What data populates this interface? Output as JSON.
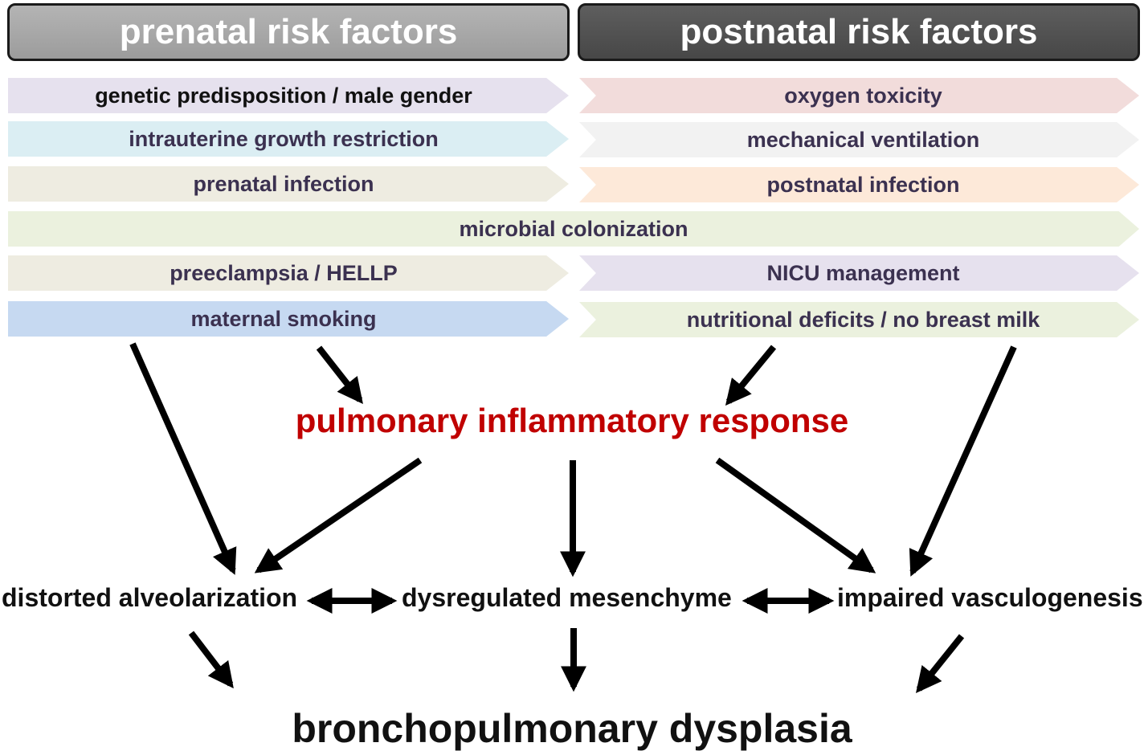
{
  "headers": {
    "prenatal": "prenatal risk factors",
    "postnatal": "postnatal risk factors"
  },
  "prenatal_factors": [
    {
      "label": "genetic predisposition / male gender",
      "color": "#e6e1ee"
    },
    {
      "label": "intrauterine growth restriction",
      "color": "#dbeef3"
    },
    {
      "label": "prenatal infection",
      "color": "#eeece1"
    },
    {
      "label": "preeclampsia / HELLP",
      "color": "#eeece1"
    },
    {
      "label": "maternal smoking",
      "color": "#c6d9f1"
    }
  ],
  "postnatal_factors": [
    {
      "label": "oxygen toxicity",
      "color": "#f2dcdb"
    },
    {
      "label": "mechanical ventilation",
      "color": "#f2f2f2"
    },
    {
      "label": "postnatal infection",
      "color": "#fde9d9"
    },
    {
      "label": "NICU management",
      "color": "#e6e1ee"
    },
    {
      "label": "nutritional deficits / no breast milk",
      "color": "#ebf1de"
    }
  ],
  "shared_factor": {
    "label": "microbial colonization",
    "color": "#ebf1de"
  },
  "inflammation": "pulmonary inflammatory response",
  "outcomes": {
    "alveolar": "distorted alveolarization",
    "mesenchyme": "dysregulated mesenchyme",
    "vasculo": "impaired vasculogenesis"
  },
  "final": "bronchopulmonary dysplasia",
  "colors": {
    "inflammation_text": "#c00000",
    "arrow": "#000000"
  }
}
